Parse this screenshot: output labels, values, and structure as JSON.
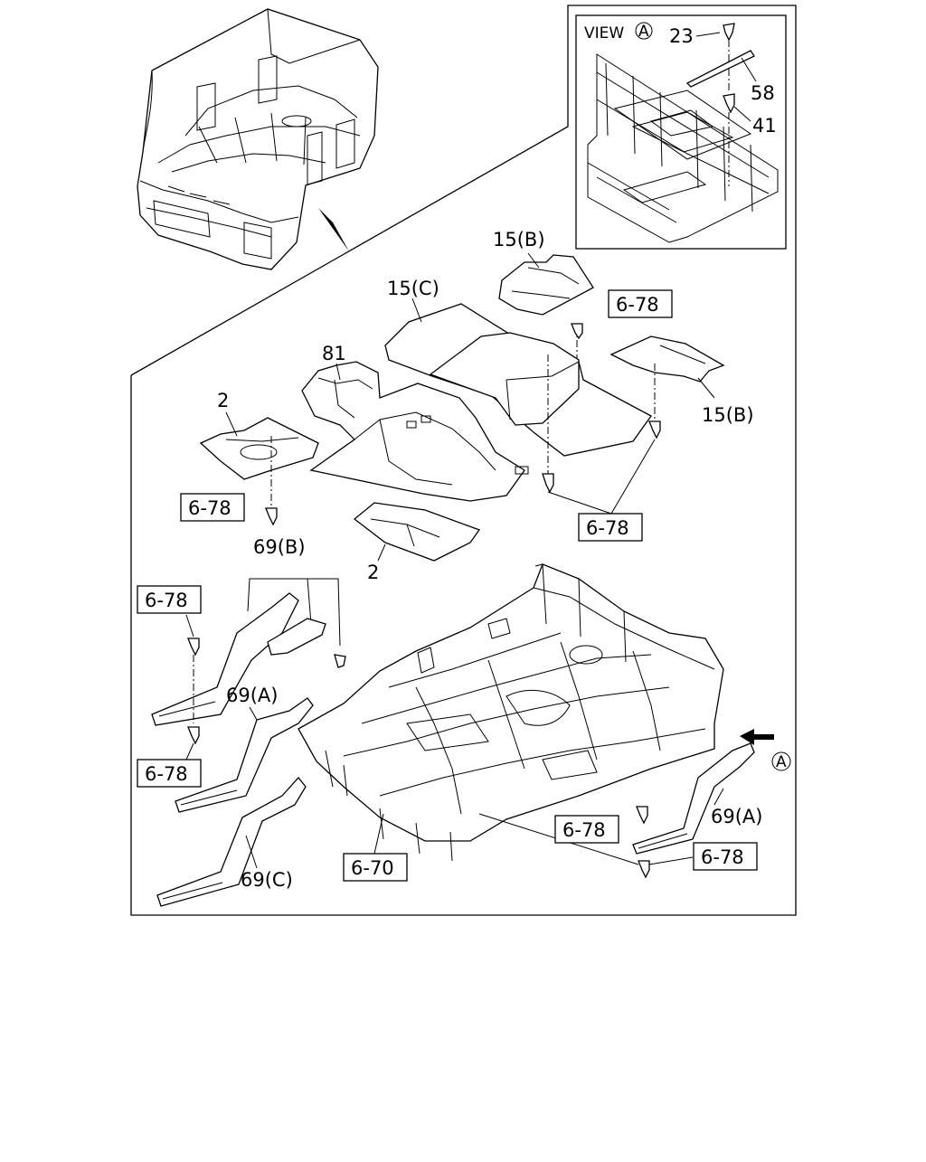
{
  "view": {
    "prefix": "VIEW",
    "marker": "A"
  },
  "callouts": {
    "c23": "23",
    "c58": "58",
    "c41": "41",
    "c15b_top": "15(B)",
    "c15c": "15(C)",
    "c81": "81",
    "c2_left": "2",
    "c15b_right": "15(B)",
    "c2_bottom": "2",
    "c69b": "69(B)",
    "c69a_left": "69(A)",
    "c69a_right": "69(A)",
    "c69c": "69(C)",
    "arrow_marker": "A"
  },
  "refs": {
    "r678_a": "6-78",
    "r678_b": "6-78",
    "r678_c": "6-78",
    "r678_d": "6-78",
    "r678_e": "6-78",
    "r678_f": "6-78",
    "r678_g": "6-78",
    "r670": "6-70"
  }
}
